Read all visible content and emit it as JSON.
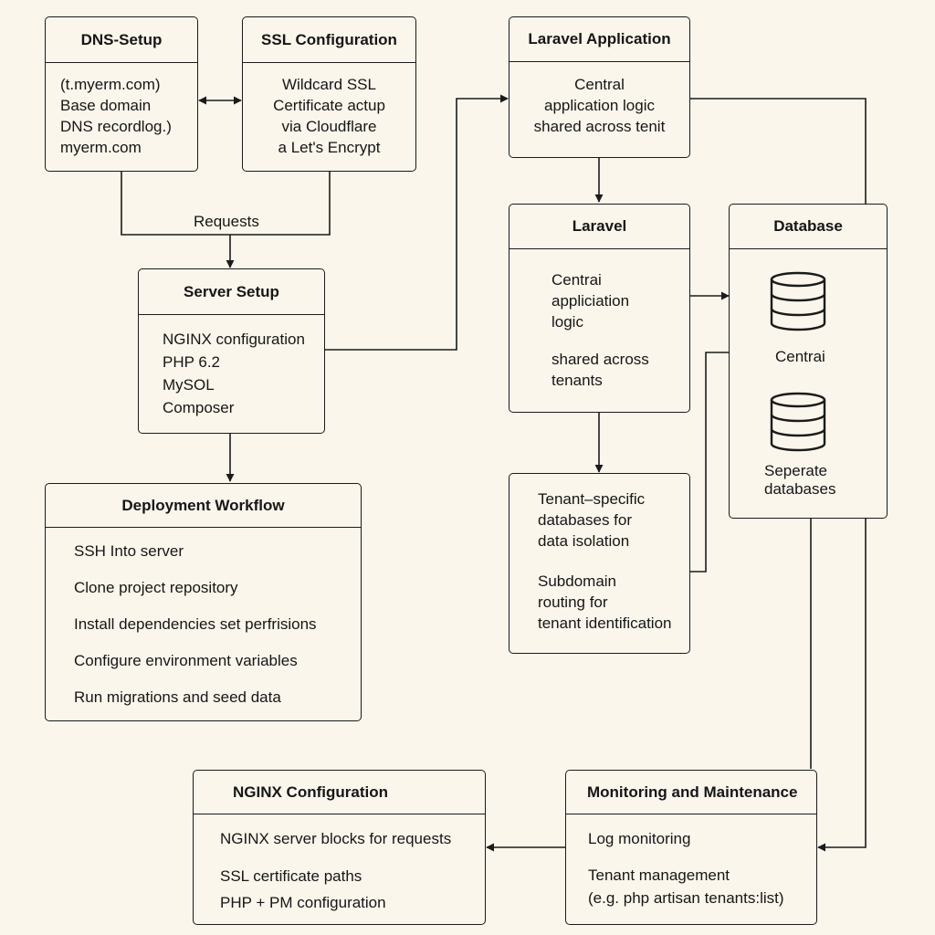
{
  "dns": {
    "title": "DNS-Setup",
    "lines": [
      "(t.myerm.com)",
      "Base domain",
      "DNS recordlog.)",
      "myerm.com"
    ]
  },
  "ssl": {
    "title": "SSL Configuration",
    "lines": [
      "Wildcard SSL",
      "Certificate actup",
      "via Cloudflare",
      "a Let's Encrypt"
    ]
  },
  "requests_label": "Requests",
  "server": {
    "title": "Server Setup",
    "lines": [
      "NGINX configuration",
      "PHP 6.2",
      "MySOL",
      "Composer"
    ]
  },
  "deploy": {
    "title": "Deployment Workflow",
    "lines": [
      "SSH Into server",
      "Clone project repository",
      "Install dependencies set perfrisions",
      "Configure environment variables",
      "Run migrations and seed data"
    ]
  },
  "laravel_app": {
    "title": "Laravel Application",
    "lines": [
      "Central",
      "application logic",
      "shared across tenit"
    ]
  },
  "laravel": {
    "title": "Laravel",
    "lines": [
      "Centrai",
      "appliciation",
      "logic",
      "shared across",
      "tenants"
    ]
  },
  "database": {
    "title": "Database",
    "central_label": "Centrai",
    "separate_label": [
      "Seperate",
      "databases"
    ]
  },
  "tenant": {
    "lines": [
      "Tenant–specific",
      "databases for",
      "data isolation",
      "Subdomain",
      "routing for",
      "tenant identification"
    ]
  },
  "nginx": {
    "title": "NGINX Configuration",
    "lines": [
      "NGINX server blocks for requests",
      "SSL certificate paths",
      "PHP + PM configuration"
    ]
  },
  "monitor": {
    "title": "Monitoring and Maintenance",
    "lines": [
      "Log monitoring",
      "Tenant management",
      "(e.g. php artisan tenants:list)"
    ]
  },
  "icons": {
    "database": "database-cylinder-icon",
    "arrow": "arrowhead-icon"
  }
}
